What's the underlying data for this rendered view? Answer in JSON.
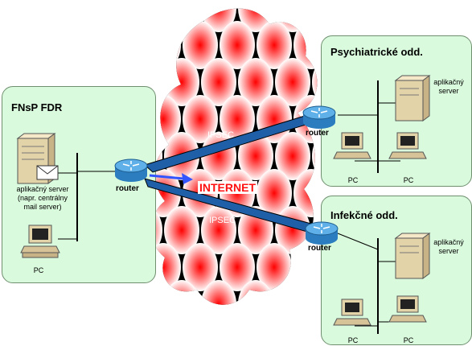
{
  "sites": {
    "main": {
      "title": "FNsP FDR",
      "server_label": "aplikačný server\n(napr. centrálny\nmail server)",
      "pc_label": "PC",
      "router_label": "router"
    },
    "psych": {
      "title": "Psychiatrické odd.",
      "server_label": "aplikačný\nserver",
      "pc1_label": "PC",
      "pc2_label": "PC",
      "router_label": "router"
    },
    "infek": {
      "title": "Infekčné odd.",
      "server_label": "aplikačný\nserver",
      "pc1_label": "PC",
      "pc2_label": "PC",
      "router_label": "router"
    }
  },
  "links": {
    "ipsec_top": "IPSEC",
    "ipsec_bottom": "IPSEC"
  },
  "cloud": {
    "label": "INTERNET"
  },
  "colors": {
    "box_fill": "#d9fadc",
    "tunnel": "#1f5fa8",
    "internet_text": "#ff1010"
  }
}
